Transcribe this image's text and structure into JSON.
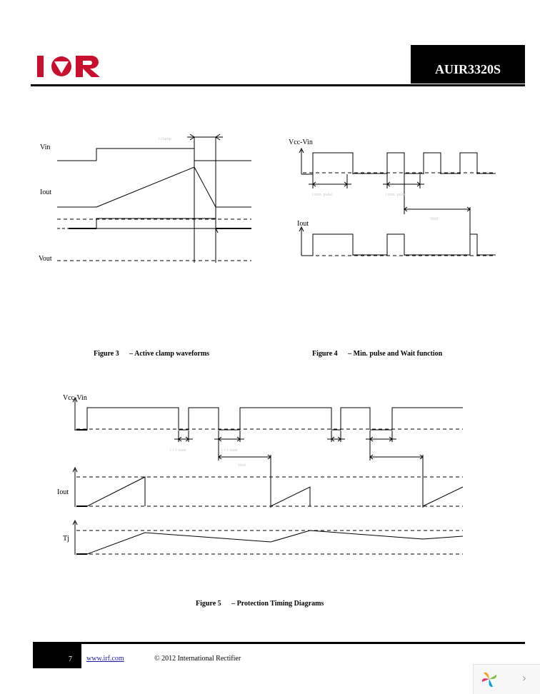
{
  "header": {
    "logo_text": "IOR",
    "part_number": "AUIR3320S"
  },
  "figure3": {
    "signals": {
      "vin": "Vin",
      "iout": "Iout",
      "vout": "Vout"
    },
    "timing_label": "t clamp",
    "caption_number": "Figure 3",
    "caption_title": "– Active clamp waveforms"
  },
  "figure4": {
    "signals": {
      "vcc_vin": "Vcc-Vin",
      "iout": "Iout"
    },
    "min_pulse_label_1": "t min. pulse",
    "min_pulse_label_2": "t min. pulse",
    "wait_label": "Wait",
    "caption_number": "Figure 4",
    "caption_title": "– Min. pulse and Wait function"
  },
  "figure5": {
    "signals": {
      "vcc_vin": "Vcc-Vin",
      "iout": "Iout",
      "tj": "Tj"
    },
    "t_label": "t < t reset",
    "t_label_2": "t > t reset",
    "wait_label": "Wait",
    "caption_number": "Figure 5",
    "caption_title": "– Protection Timing Diagrams"
  },
  "footer": {
    "page_number": "7",
    "link_text": "www.irf.com",
    "copyright": "© 2012 International Rectifier"
  },
  "widget": {
    "chevron": "›"
  }
}
